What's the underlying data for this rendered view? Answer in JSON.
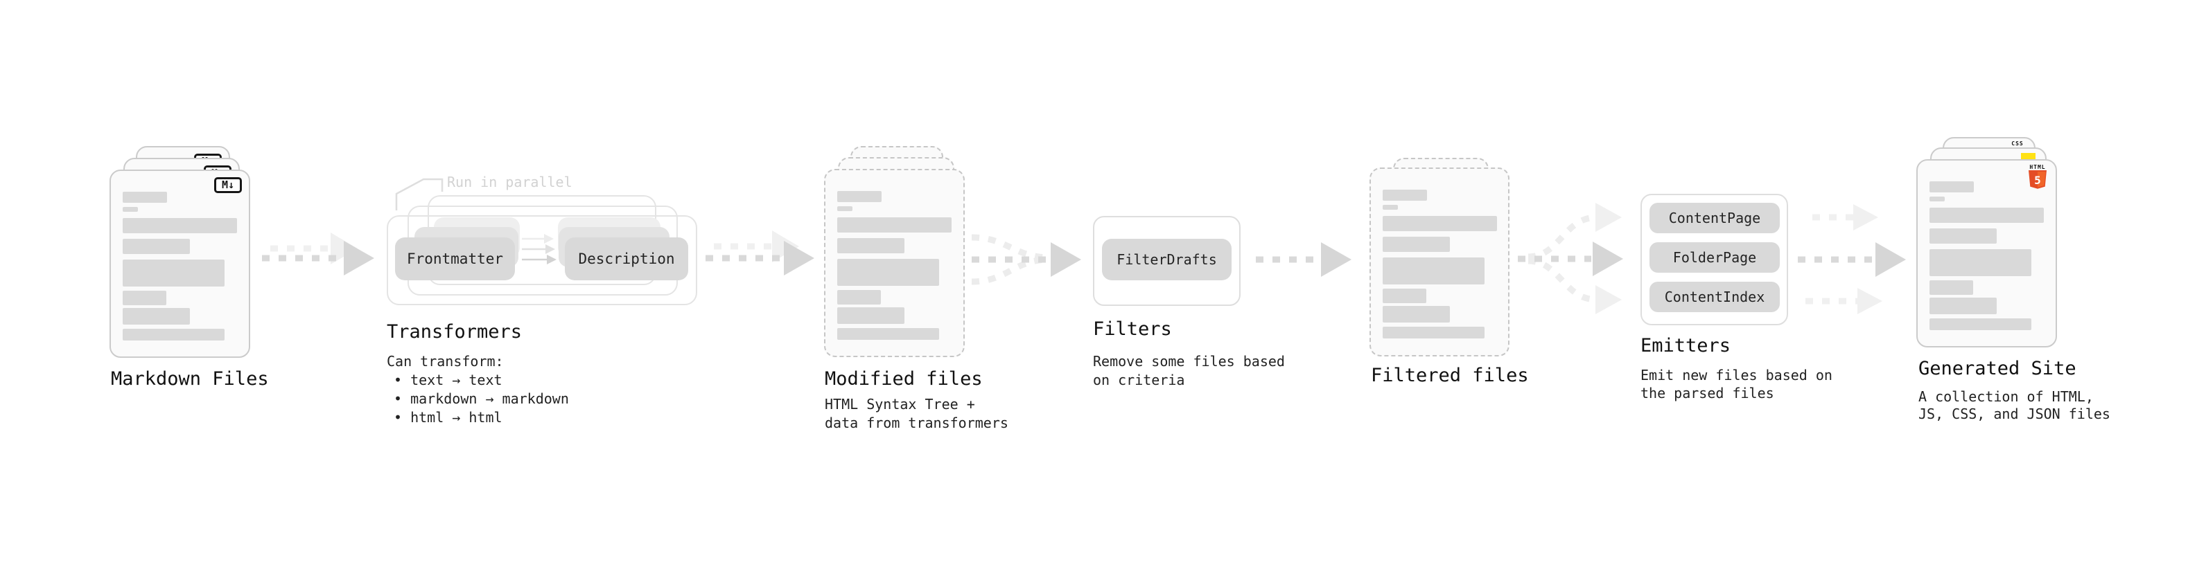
{
  "nodes": {
    "markdown_files": {
      "label": "Markdown Files",
      "badge": "M↓"
    },
    "transformers": {
      "label": "Transformers",
      "annotation": "Run in parallel",
      "steps": [
        "Frontmatter",
        "Description"
      ],
      "caption_title": "Can transform:",
      "bullets": [
        "• text → text",
        "• markdown → markdown",
        "• html → html"
      ]
    },
    "modified_files": {
      "label": "Modified files",
      "caption": [
        "HTML Syntax Tree +",
        "data from transformers"
      ]
    },
    "filters": {
      "label": "Filters",
      "steps": [
        "FilterDrafts"
      ],
      "caption": [
        "Remove some files based",
        "on criteria"
      ]
    },
    "filtered_files": {
      "label": "Filtered files"
    },
    "emitters": {
      "label": "Emitters",
      "steps": [
        "ContentPage",
        "FolderPage",
        "ContentIndex"
      ],
      "caption": [
        "Emit new files based on",
        "the parsed files"
      ]
    },
    "generated_site": {
      "label": "Generated Site",
      "caption": [
        "A collection of HTML,",
        "JS, CSS, and JSON files"
      ],
      "badges": {
        "html_top": "HTML",
        "html_shield": "5",
        "css": "CSS"
      }
    }
  },
  "colors": {
    "text": "#1b1b1b",
    "card_bg": "#fafafa",
    "card_border": "#cbcbcb",
    "placeholder_bar": "#d9d9d9",
    "button_bg": "#d9d9d9",
    "container_border": "#e4e4e4",
    "arrow_dark": "#d9d9d9",
    "arrow_light": "#f0f0f0",
    "annotation_gray": "#d2d2d2",
    "js_yellow": "#ffe114",
    "css_blue": "#2563eb",
    "html_orange": "#e44d26",
    "html_orange_light": "#f16529"
  }
}
